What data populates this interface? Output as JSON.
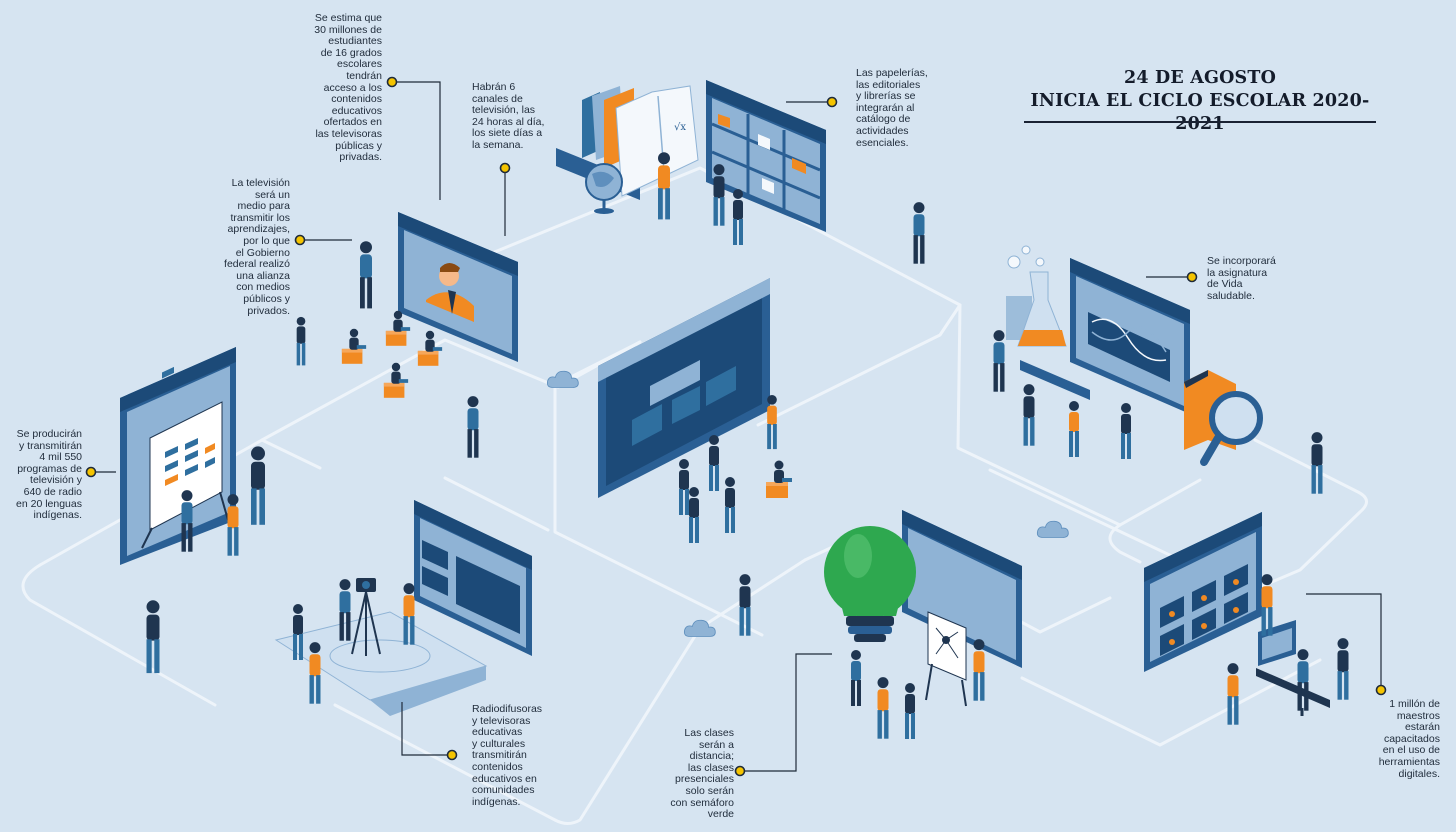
{
  "title": {
    "line1": "24 DE AGOSTO",
    "line2": "INICIA EL CICLO ESCOLAR 2020-2021"
  },
  "notes": {
    "students": [
      "Se estima que",
      "30 millones de",
      "estudiantes",
      "de 16 grados",
      "escolares",
      "tendrán",
      "acceso a los",
      "contenidos",
      "educativos",
      "ofertados en",
      "las televisoras",
      "públicas y",
      "privadas."
    ],
    "channels": [
      "Habrán 6",
      "canales de",
      "televisión, las",
      "24 horas al día,",
      "los siete días a",
      "la semana."
    ],
    "stationery": [
      "Las papelerías,",
      "las editoriales",
      "y librerías se",
      "integrarán al",
      "catálogo de",
      "actividades",
      "esenciales."
    ],
    "television": [
      "La televisión",
      "será un",
      "medio para",
      "transmitir los",
      "aprendizajes,",
      "por lo que",
      "el Gobierno",
      "federal realizó",
      "una alianza",
      "con medios",
      "públicos y",
      "privados."
    ],
    "healthy_life": [
      "Se incorporará",
      "la asignatura",
      "de Vida",
      "saludable."
    ],
    "programs": [
      "Se producirán",
      "y transmitirán",
      "4 mil 550",
      "programas de",
      "televisión y",
      "640 de radio",
      "en 20 lenguas",
      "indígenas."
    ],
    "broadcasters": [
      "Radiodifusoras",
      "y televisoras",
      "educativas",
      "y culturales",
      "transmitirán",
      "contenidos",
      "educativos en",
      "comunidades",
      "indígenas."
    ],
    "remote_classes": [
      "Las clases",
      "serán a",
      "distancia;",
      "las clases",
      "presenciales",
      "solo serán",
      "con semáforo",
      "verde"
    ],
    "teachers": [
      "1 millón de",
      "maestros",
      "estarán",
      "capacitados",
      "en el uso de",
      "herramientas",
      "digitales."
    ]
  },
  "palette": {
    "background": "#d6e4f1",
    "path": "#eef4fa",
    "screen_frame": "#2a5f94",
    "screen_dark": "#1c4a78",
    "screen_light": "#8fb3d5",
    "orange": "#f18a22",
    "navy": "#1f3550",
    "blue_person": "#2f6f9f",
    "bulb_green": "#2ea84f",
    "marker": "#f5c400",
    "text": "#1f2b3a"
  },
  "icons": [
    "cloud-icon",
    "globe-icon",
    "book-icon",
    "magnifier-icon",
    "flask-icon",
    "camera-icon",
    "lightbulb-icon",
    "mindmap-icon"
  ]
}
